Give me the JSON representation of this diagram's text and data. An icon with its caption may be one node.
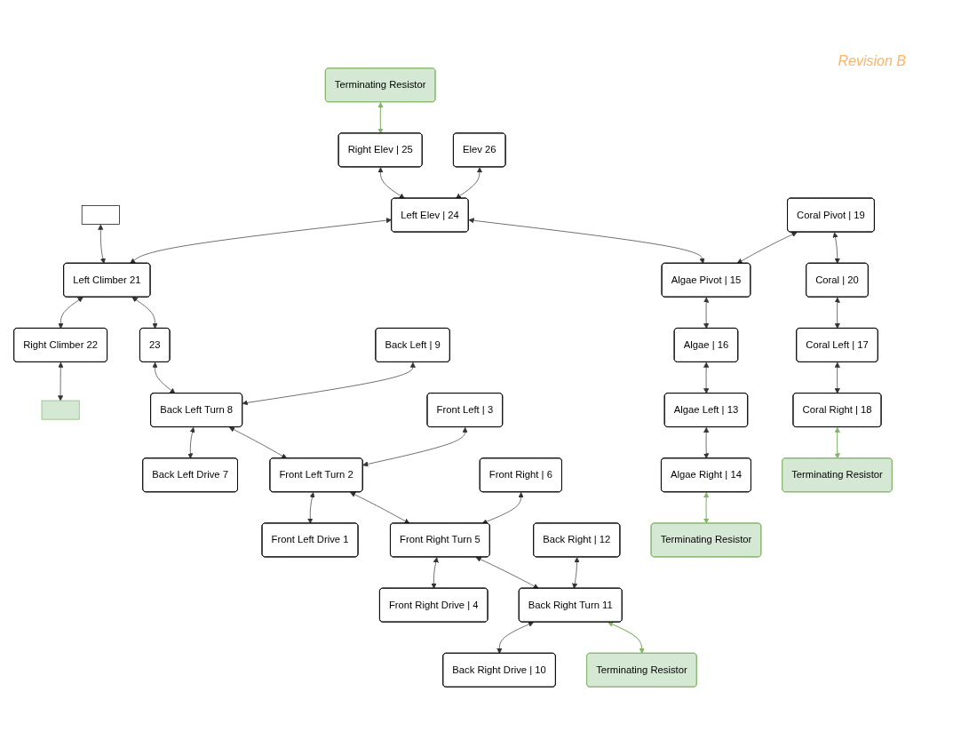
{
  "diagram": {
    "nodes": [
      {
        "text": [
          "Terminating Resistor"
        ]
      },
      {
        "text": [
          "Right Elev | 25"
        ]
      },
      {
        "text": [],
        "shape": "box"
      },
      {
        "text": [
          "Elev 26"
        ]
      },
      {
        "text": [
          "Left Elev | 24"
        ]
      },
      {
        "text": [
          "Left Climber 21"
        ]
      },
      {
        "text": [
          "Right Climber 22"
        ]
      },
      {
        "text": [],
        "shape": "box"
      },
      {
        "text": [
          "Coral Pivot | 19"
        ]
      },
      {
        "text": [
          "Algae Pivot | 15"
        ]
      },
      {
        "text": [
          "23"
        ]
      },
      {
        "text": [
          "Coral | 20"
        ]
      },
      {
        "text": [
          "Algae | 16"
        ]
      },
      {
        "text": [
          "Back Left | 9"
        ]
      },
      {
        "text": [
          "Back Left Turn 8"
        ]
      },
      {
        "text": [
          "Back Left Drive 7"
        ]
      },
      {
        "text": [
          "Coral Left | 17"
        ]
      },
      {
        "text": [
          "Algae Left | 13"
        ]
      },
      {
        "text": [
          "Front Left | 3"
        ]
      },
      {
        "text": [
          "Front Left Turn 2"
        ]
      },
      {
        "text": [
          "Front Left Drive 1"
        ]
      },
      {
        "text": [
          "Coral Right | 18"
        ]
      },
      {
        "text": [
          "Algae Right | 14"
        ]
      },
      {
        "text": [
          "Front Right | 6"
        ]
      },
      {
        "text": [
          "Front Right Turn 5"
        ]
      },
      {
        "text": [
          "Front Right Drive | 4"
        ]
      },
      {
        "text": [
          "Back Right | 12"
        ]
      },
      {
        "text": [
          "Back Right Turn 11"
        ]
      },
      {
        "text": [
          "Back Right Drive | 10"
        ]
      },
      {
        "text": [
          "Terminating Resistor"
        ]
      },
      {
        "text": [
          "Terminating Resistor"
        ]
      },
      {
        "text": [
          "Terminating Resistor"
        ]
      }
    ],
    "edges": [
      {
        "from": 0,
        "to": 1,
        "arrow": "both",
        "color": "#82b366"
      },
      {
        "from": 1,
        "to": 4,
        "arrow": "both"
      },
      {
        "from": 2,
        "to": 5,
        "arrow": "both"
      },
      {
        "from": 3,
        "to": 4,
        "arrow": "both"
      },
      {
        "from": 4,
        "to": 5,
        "arrow": "both"
      },
      {
        "from": 5,
        "to": 6,
        "arrow": "both"
      },
      {
        "from": 6,
        "to": 7,
        "arrow": "both"
      },
      {
        "from": 4,
        "to": 9,
        "arrow": "both"
      },
      {
        "from": 5,
        "to": 10,
        "arrow": "both"
      },
      {
        "from": 8,
        "to": 9,
        "arrow": "both"
      },
      {
        "from": 8,
        "to": 11,
        "arrow": "both"
      },
      {
        "from": 9,
        "to": 12,
        "arrow": "both"
      },
      {
        "from": 10,
        "to": 14,
        "arrow": "both"
      },
      {
        "from": 13,
        "to": 14,
        "arrow": "both"
      },
      {
        "from": 14,
        "to": 15,
        "arrow": "both"
      },
      {
        "from": 11,
        "to": 16,
        "arrow": "both"
      },
      {
        "from": 12,
        "to": 17,
        "arrow": "both"
      },
      {
        "from": 14,
        "to": 19,
        "arrow": "both"
      },
      {
        "from": 18,
        "to": 19,
        "arrow": "both"
      },
      {
        "from": 19,
        "to": 20,
        "arrow": "both"
      },
      {
        "from": 16,
        "to": 21,
        "arrow": "both"
      },
      {
        "from": 17,
        "to": 22,
        "arrow": "both"
      },
      {
        "from": 19,
        "to": 24,
        "arrow": "both"
      },
      {
        "from": 23,
        "to": 24,
        "arrow": "both"
      },
      {
        "from": 24,
        "to": 25,
        "arrow": "both"
      },
      {
        "from": 21,
        "to": 29,
        "arrow": "both",
        "color": "#82b366"
      },
      {
        "from": 22,
        "to": 30,
        "arrow": "both",
        "color": "#82b366"
      },
      {
        "from": 24,
        "to": 27,
        "arrow": "both"
      },
      {
        "from": 26,
        "to": 27,
        "arrow": "both"
      },
      {
        "from": 27,
        "to": 28,
        "arrow": "both"
      },
      {
        "from": 27,
        "to": 31,
        "arrow": "both",
        "color": "#82b366"
      }
    ],
    "labels": [
      "Revision B"
    ]
  }
}
